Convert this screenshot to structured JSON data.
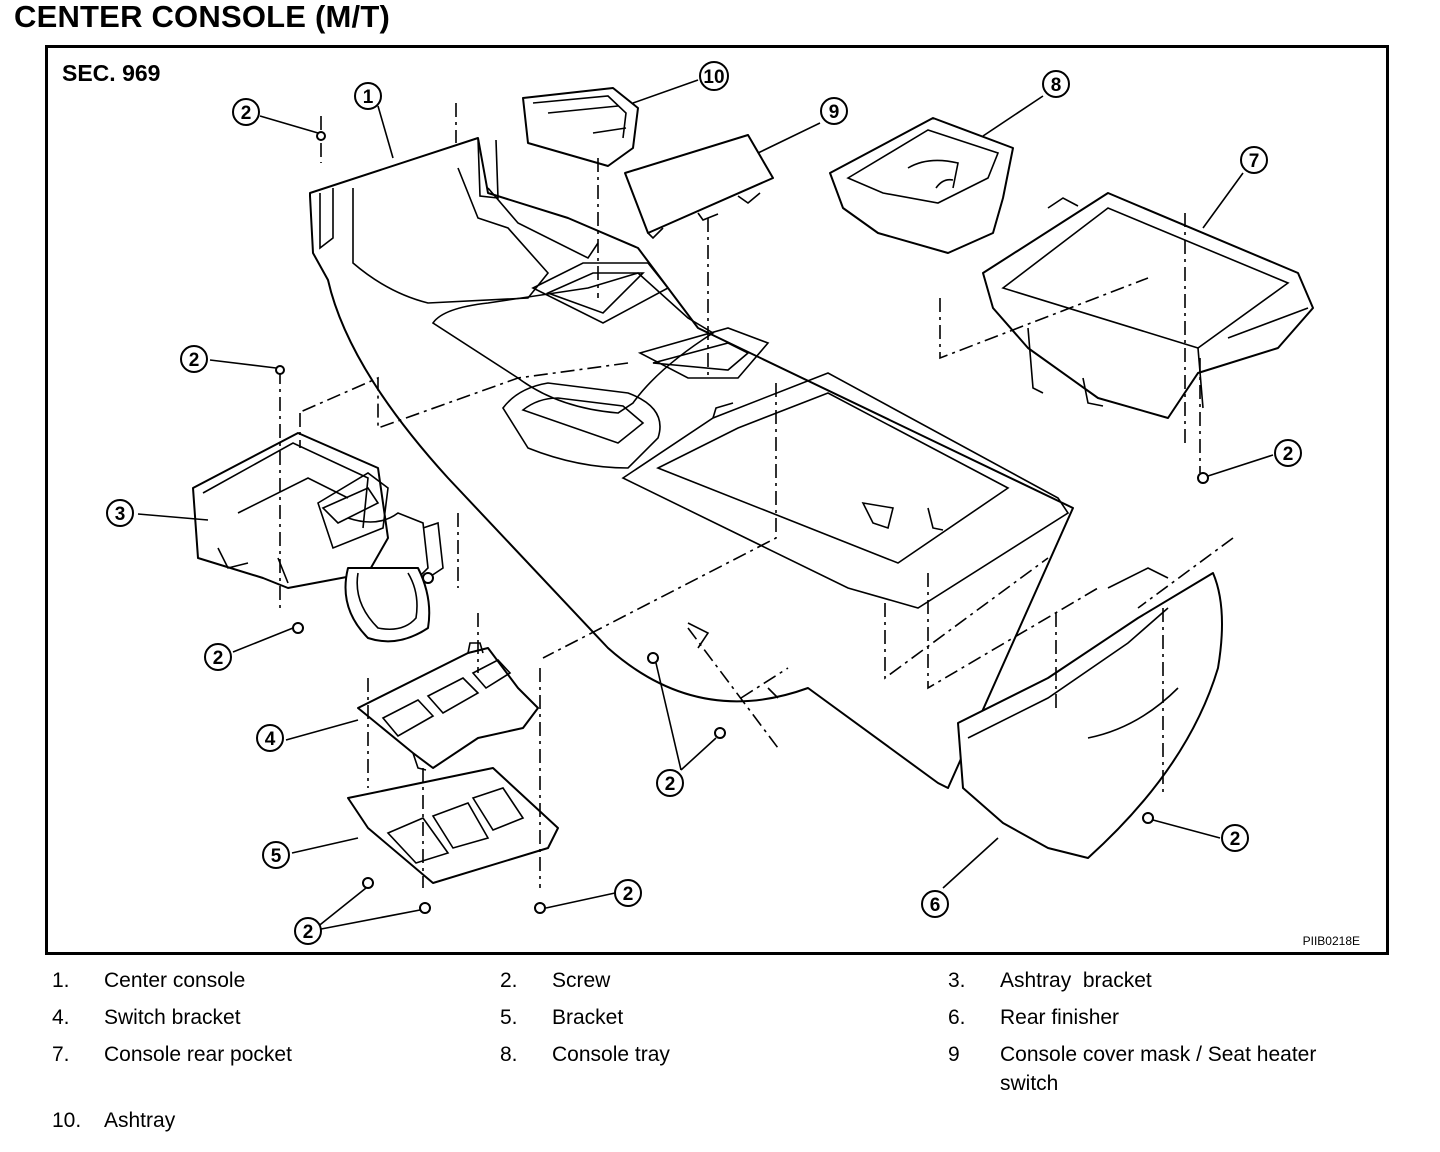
{
  "title": "CENTER CONSOLE (M/T)",
  "section_label": "SEC. 969",
  "figure_code": "PIIB0218E",
  "callouts": [
    "1",
    "2",
    "3",
    "4",
    "5",
    "6",
    "7",
    "8",
    "9",
    "10"
  ],
  "legend": [
    {
      "num": "1.",
      "label": "Center console"
    },
    {
      "num": "2.",
      "label": "Screw"
    },
    {
      "num": "3.",
      "label": "Ashtray  bracket"
    },
    {
      "num": "4.",
      "label": "Switch bracket"
    },
    {
      "num": "5.",
      "label": "Bracket"
    },
    {
      "num": "6.",
      "label": "Rear finisher"
    },
    {
      "num": "7.",
      "label": "Console rear pocket"
    },
    {
      "num": "8.",
      "label": "Console tray"
    },
    {
      "num": "9",
      "label": "Console cover mask / Seat heater switch"
    },
    {
      "num": "10.",
      "label": "Ashtray"
    }
  ]
}
